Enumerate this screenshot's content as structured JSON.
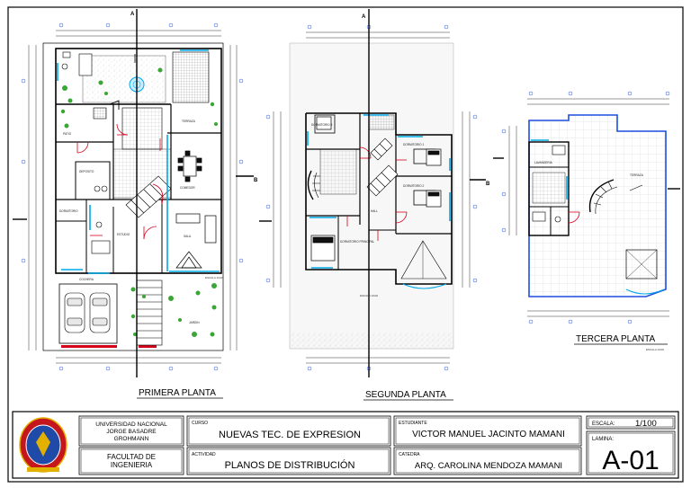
{
  "colors": {
    "wall": "#000000",
    "interior_line": "#2b2b2b",
    "dimension_line": "#333333",
    "glazing": "#00a8e8",
    "terrace_outline": "#1d4fe0",
    "door_swing": "#d4001a",
    "vegetation": "#3aa635",
    "tile": "#9a9a9a",
    "logo_red": "#c4161c",
    "logo_blue": "#1f4aa8",
    "logo_gold": "#e2b100"
  },
  "plans": [
    {
      "id": "primera",
      "title": "PRIMERA PLANTA",
      "scale_note": "ESCALA 1/100"
    },
    {
      "id": "segunda",
      "title": "SEGUNDA PLANTA",
      "scale_note": "ESCALA 1/100"
    },
    {
      "id": "tercera",
      "title": "TERCERA PLANTA",
      "scale_note": "ESCALA 1/100"
    }
  ],
  "section_marks": {
    "a": "A",
    "b": "B"
  },
  "rooms_primera": {
    "patio": "PATIO",
    "deposito": "DEPOSITO",
    "terraza": "TERRAZA",
    "comedor": "COMEDOR",
    "sala": "SALA",
    "estudio": "ESTUDIO",
    "dormitorio": "DORMITORIO",
    "cochera": "COCHERA",
    "jardin": "JARDIN"
  },
  "rooms_segunda": {
    "dorm_1": "DORMITORIO 1",
    "dorm_2": "DORMITORIO 2",
    "dorm_3": "DORMITORIO 3",
    "dorm_principal": "DORMITORIO PRINCIPAL",
    "hall": "HALL"
  },
  "rooms_tercera": {
    "lavanderia": "LAVANDERIA",
    "terraza": "TERRAZA"
  },
  "title_block": {
    "university_line1": "UNIVERSIDAD NACIONAL",
    "university_line2": "JORGE BASADRE",
    "university_line3": "GROHMANN",
    "faculty_line1": "FACULTAD DE",
    "faculty_line2": "INGENIERIA",
    "course_label": "CURSO",
    "course_value": "NUEVAS TEC. DE EXPRESION",
    "activity_label": "ACTIVIDAD",
    "activity_value": "PLANOS DE DISTRIBUCIÓN",
    "student_label": "ESTUDIANTE",
    "student_value": "VICTOR MANUEL JACINTO MAMANI",
    "chair_label": "CATEDRA",
    "chair_value": "ARQ. CAROLINA MENDOZA MAMANI",
    "scale_label": "ESCALA:",
    "scale_value": "1/100",
    "sheet_label": "LAMINA:",
    "sheet_value": "A-01"
  }
}
